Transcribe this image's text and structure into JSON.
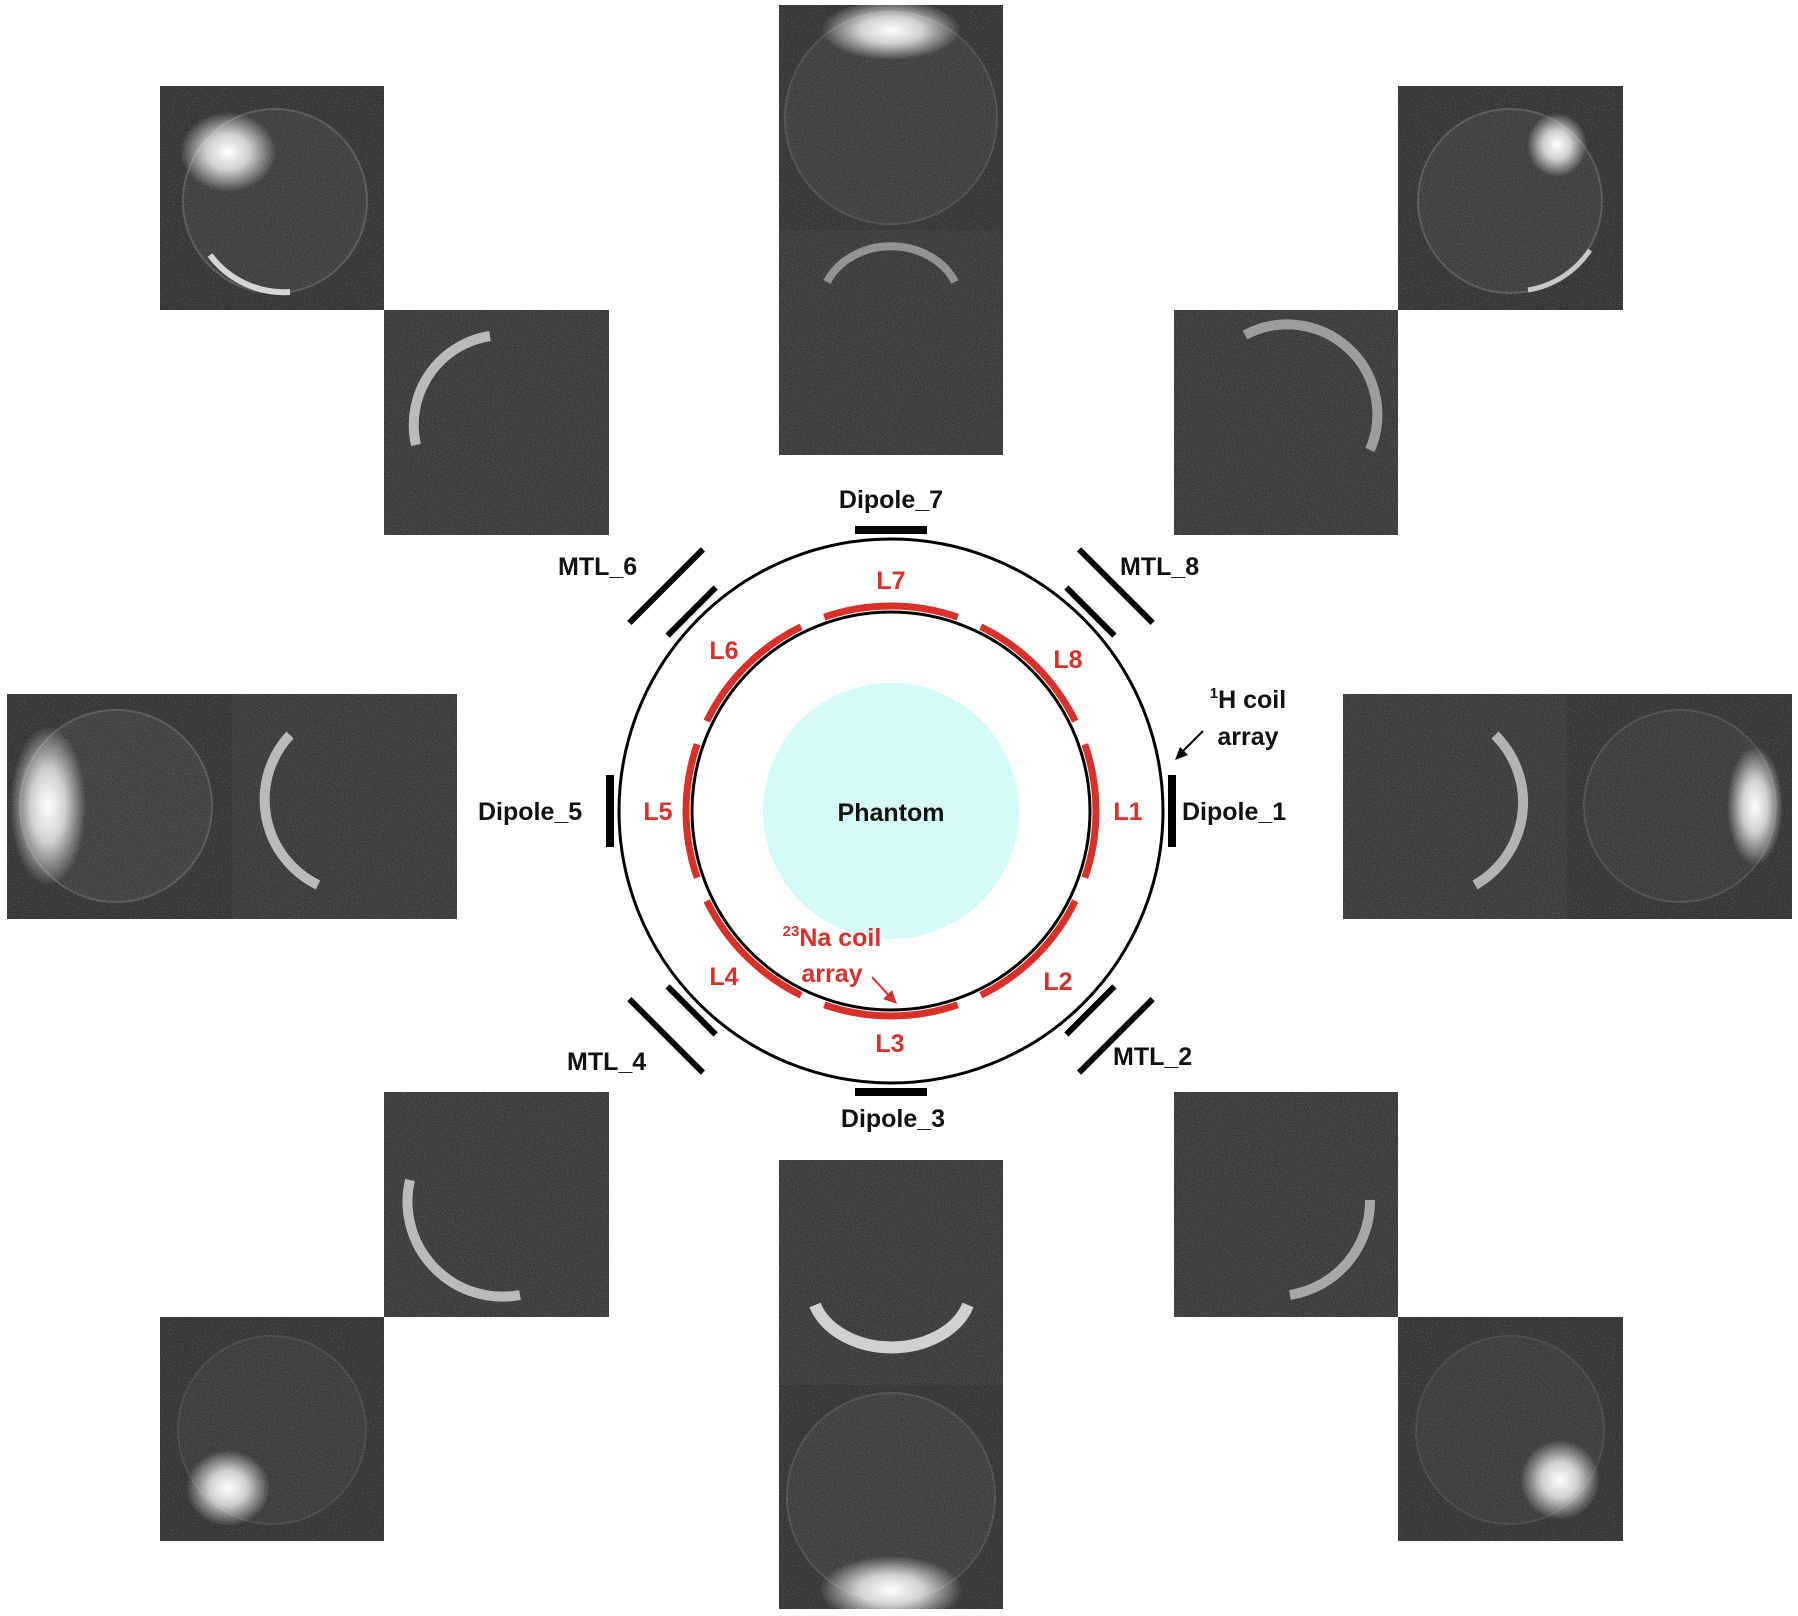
{
  "center": {
    "phantom_label": "Phantom",
    "phantom_color": "#d4fafa",
    "na_array_line1_sup": "23",
    "na_array_line1": "Na coil",
    "na_array_line2": "array",
    "h_array_line1_sup": "1",
    "h_array_line1": "H coil",
    "h_array_line2": "array",
    "accent_red": "#d9302a"
  },
  "dipoles": [
    "Dipole_1",
    "Dipole_3",
    "Dipole_5",
    "Dipole_7"
  ],
  "mtls": [
    "MTL_2",
    "MTL_4",
    "MTL_6",
    "MTL_8"
  ],
  "loops": [
    "L1",
    "L2",
    "L3",
    "L4",
    "L5",
    "L6",
    "L7",
    "L8"
  ]
}
